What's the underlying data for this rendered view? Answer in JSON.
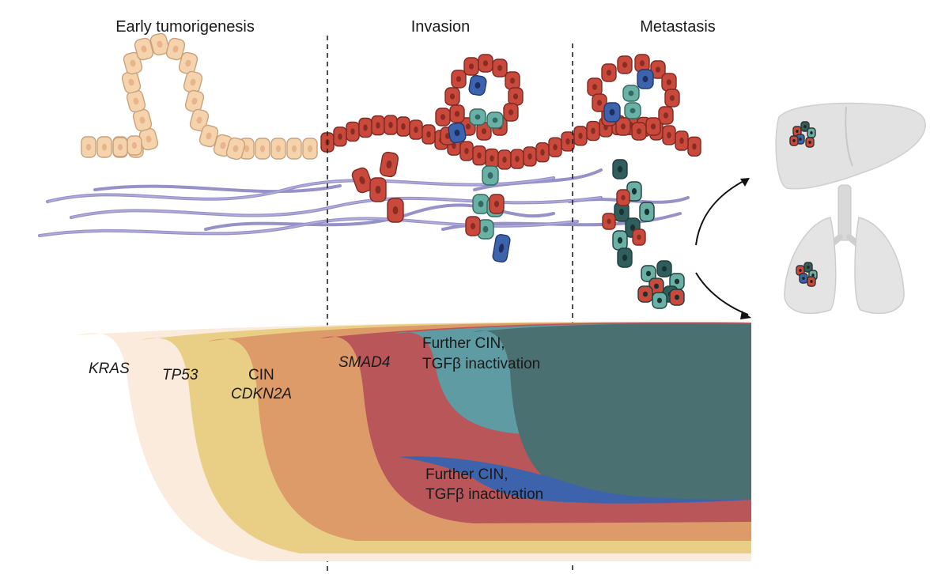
{
  "stages": {
    "early": "Early tumorigenesis",
    "invasion": "Invasion",
    "metastasis": "Metastasis"
  },
  "events": {
    "kras": "KRAS",
    "tp53": "TP53",
    "cin": "CIN",
    "cdkn2a": "CDKN2A",
    "smad4": "SMAD4",
    "further_teal_line1": "Further CIN,",
    "further_teal_line2": "TGFβ inactivation",
    "further_blue_line1": "Further CIN,",
    "further_blue_line2": "TGFβ inactivation"
  },
  "colors": {
    "beige": "#faebdc",
    "yellow": "#e9cf86",
    "orange": "#dc9b68",
    "red": "#b8565a",
    "teal": "#5f9ba2",
    "dark_teal": "#4a7071",
    "blue": "#3e63ad",
    "normal_cell": "#f4d3ad",
    "tumor_cell": "#c94a3c",
    "fiber": "#8c86c4",
    "organ": "#e0e0e0"
  },
  "icons": [
    "normal-epithelium-icon",
    "tumor-epithelium-icon",
    "collagen-fiber-icon",
    "liver-icon",
    "lung-icon",
    "metastasis-arrow-icon"
  ]
}
